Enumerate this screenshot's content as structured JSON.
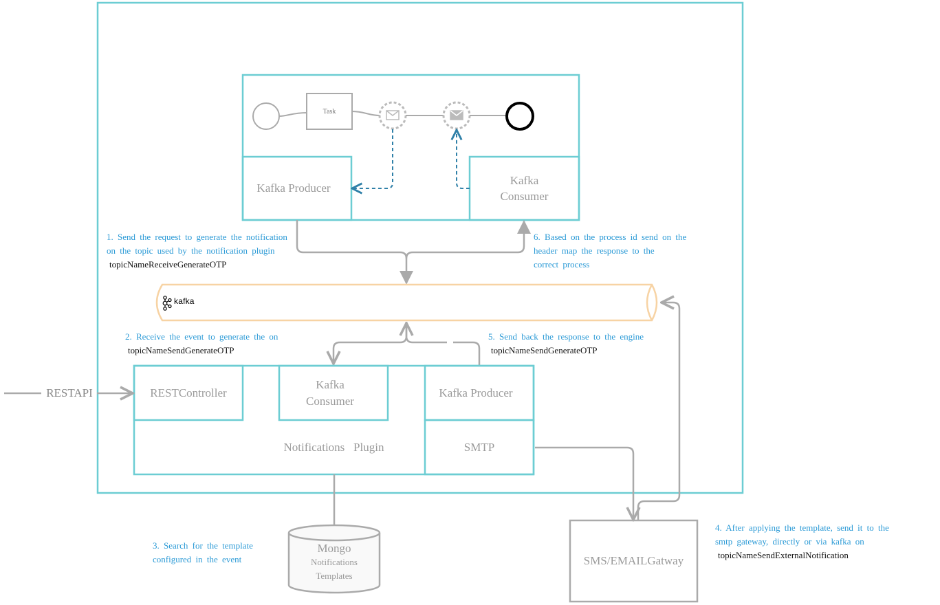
{
  "bpmn": {
    "task_label": "Task",
    "kafka_producer": "Kafka Producer",
    "kafka_consumer_line1": "Kafka",
    "kafka_consumer_line2": "Consumer"
  },
  "kafka_logo_text": "kafka",
  "plugin": {
    "rest_controller": "RESTController",
    "kafka_consumer_line1": "Kafka",
    "kafka_consumer_line2": "Consumer",
    "kafka_producer": "Kafka Producer",
    "name": "Notifications   Plugin",
    "smtp": "SMTP"
  },
  "rest_api": "RESTAPI",
  "mongo": {
    "line1": "Mongo",
    "line2": "Notifications",
    "line3": "Templates"
  },
  "gateway": "SMS/EMAILGatway",
  "notes": {
    "n1_line1": "1. Send  the  request   to generate   the  notification",
    "n1_line2": "on  the  topic  used  by the  notification   plugin",
    "n1_topic": "topicNameReceiveGenerateOTP",
    "n2_line1": "2. Receive  the  event   to  generate    the  on",
    "n2_topic": "topicNameSendGenerateOTP",
    "n3_line1": "3. Search   for  the  template",
    "n3_line2": "configured    in  the  event",
    "n4_line1": "4.  After  applying    the  template,   send   it to the",
    "n4_line2": "smtp  gateway,   directly   or  via kafka   on",
    "n4_topic": "topicNameSendExternalNotification",
    "n5_line1": "5. Send  back  the  response    to the  engine",
    "n5_topic": "topicNameSendGenerateOTP",
    "n6_line1": "6. Based   on  the  process   id send   on  the",
    "n6_line2": "header    map  the  response    to  the",
    "n6_line3": "correct    process"
  },
  "colors": {
    "teal": "#6ccdd3",
    "gray": "#aaaaaa",
    "blue_note": "#2b9ad6",
    "dash_blue": "#2f80a8",
    "kafka_orange": "#f7d3a4"
  }
}
